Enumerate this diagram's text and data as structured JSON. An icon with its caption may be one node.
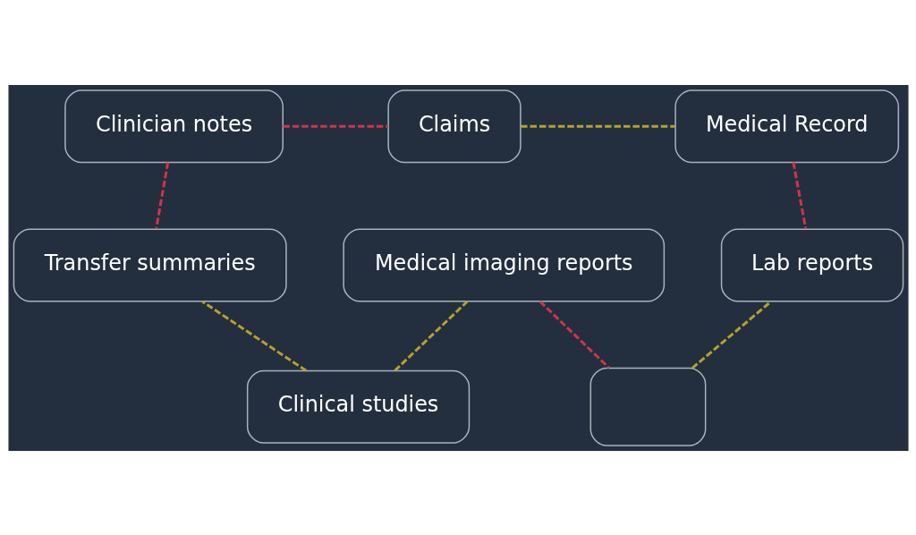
{
  "diagram": {
    "nodes": [
      {
        "text": [
          "Clinician notes"
        ]
      },
      {
        "text": [
          "Claims"
        ]
      },
      {
        "text": [
          "Medical Record"
        ]
      },
      {
        "text": [
          "Clinical studies"
        ]
      },
      {
        "text": [],
        "shape": "box"
      },
      {
        "text": [
          "Transfer summaries"
        ]
      },
      {
        "text": [
          "Medical imaging reports"
        ]
      },
      {
        "text": [
          "Lab reports"
        ]
      }
    ],
    "edges": [
      {
        "from": 0,
        "to": 1,
        "arrow": "none",
        "style": "dashed",
        "color": "#d13447"
      },
      {
        "from": 1,
        "to": 2,
        "arrow": "none",
        "style": "dashed",
        "color": "#b8a02a"
      },
      {
        "from": 0,
        "to": 5,
        "arrow": "none",
        "style": "dashed",
        "color": "#d13447"
      },
      {
        "from": 3,
        "to": 5,
        "arrow": "none",
        "style": "dashed",
        "color": "#b8a02a"
      },
      {
        "from": 3,
        "to": 6,
        "arrow": "none",
        "style": "dashed",
        "color": "#b8a02a"
      },
      {
        "from": 4,
        "to": 7,
        "arrow": "none",
        "style": "dashed",
        "color": "#b8a02a"
      },
      {
        "from": 6,
        "to": 4,
        "arrow": "none",
        "style": "dashed",
        "color": "#d13447"
      },
      {
        "from": 2,
        "to": 7,
        "arrow": "none",
        "style": "dashed",
        "color": "#d13447"
      }
    ]
  }
}
